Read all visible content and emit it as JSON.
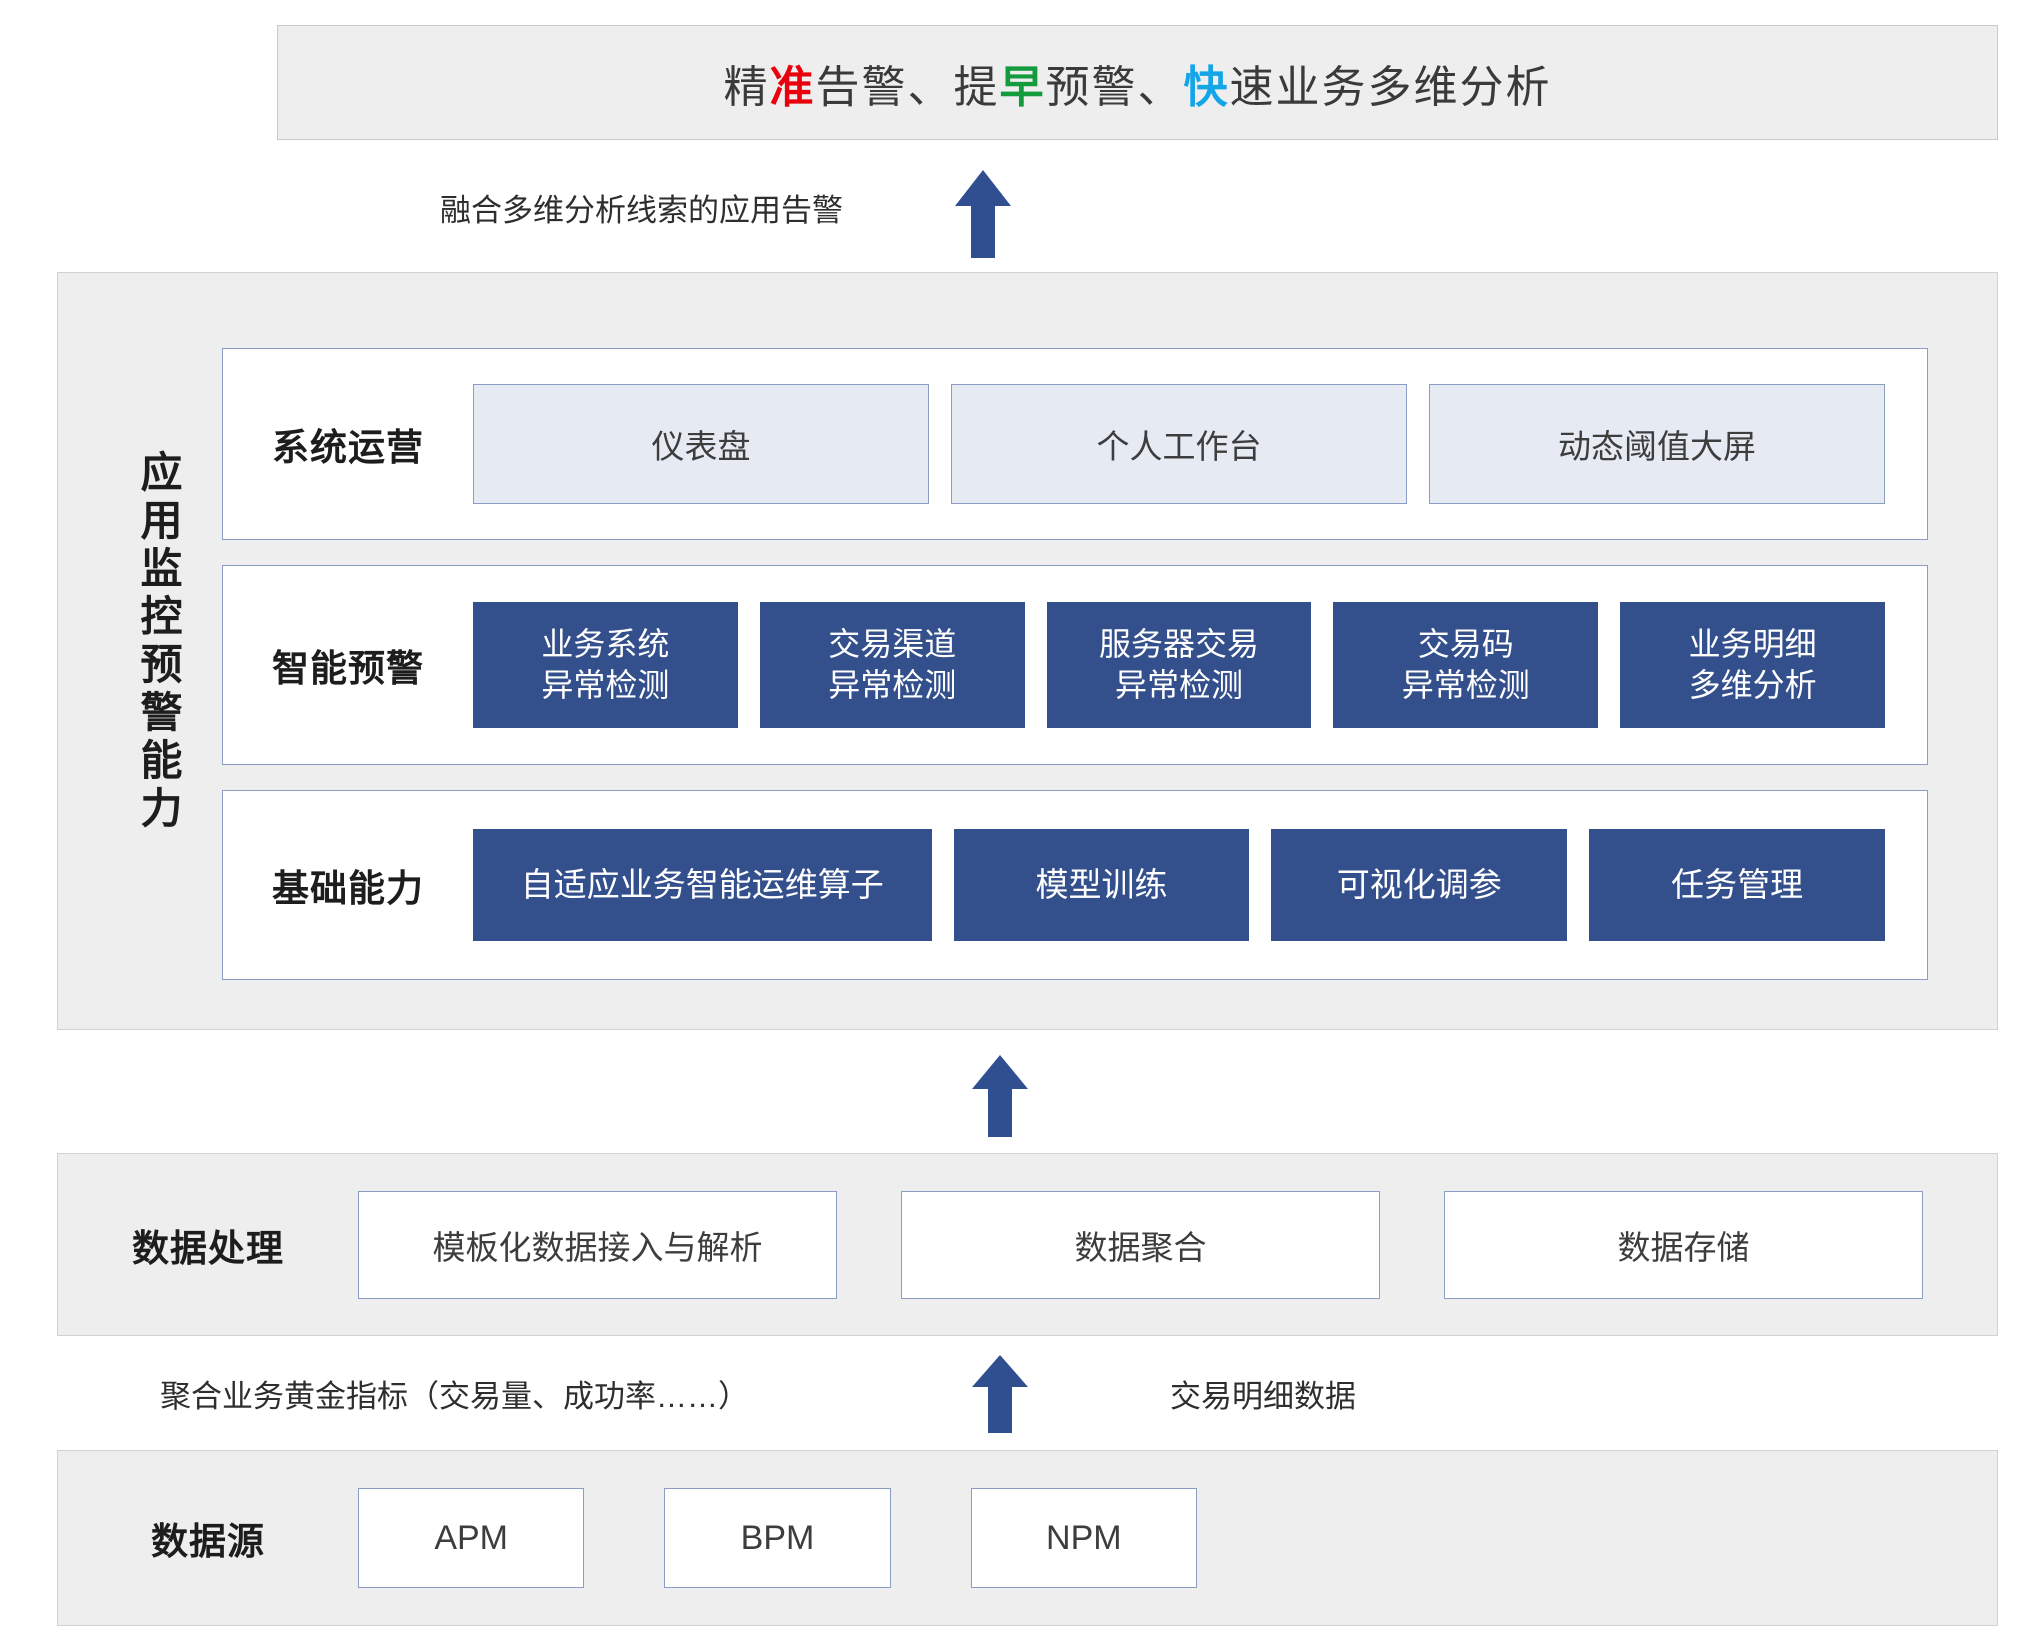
{
  "banner": {
    "segments": [
      {
        "text": "精",
        "color": "default"
      },
      {
        "text": "准",
        "color": "#e8000d"
      },
      {
        "text": "告警、提",
        "color": "default"
      },
      {
        "text": "早",
        "color": "#149b3e"
      },
      {
        "text": "预警、",
        "color": "default"
      },
      {
        "text": "快",
        "color": "#14a5e8"
      },
      {
        "text": "速业务多维分析",
        "color": "default"
      }
    ],
    "full_text": "精准告警、提早预警、快速业务多维分析"
  },
  "annotations": {
    "top": "融合多维分析线索的应用告警",
    "bottom_left": "聚合业务黄金指标（交易量、成功率……）",
    "bottom_right": "交易明细数据"
  },
  "main_panel": {
    "vertical_title": "应用监控预警能力",
    "rows": [
      {
        "label": "系统运营",
        "style": "light",
        "cells": [
          "仪表盘",
          "个人工作台",
          "动态阈值大屏"
        ]
      },
      {
        "label": "智能预警",
        "style": "blue",
        "cells": [
          "业务系统\n异常检测",
          "交易渠道\n异常检测",
          "服务器交易\n异常检测",
          "交易码\n异常检测",
          "业务明细\n多维分析"
        ]
      },
      {
        "label": "基础能力",
        "style": "blue",
        "cells": [
          "自适应业务智能运维算子",
          "模型训练",
          "可视化调参",
          "任务管理"
        ]
      }
    ]
  },
  "processing_panel": {
    "label": "数据处理",
    "cells": [
      "模板化数据接入与解析",
      "数据聚合",
      "数据存储"
    ]
  },
  "source_panel": {
    "label": "数据源",
    "cells": [
      "APM",
      "BPM",
      "NPM"
    ]
  },
  "colors": {
    "panel_bg": "#eeeeee",
    "panel_border": "#d2d2d2",
    "accent_blue": "#34508c",
    "cell_light_bg": "#e6eaf2",
    "cell_border": "#8b9dc3",
    "arrow": "#2f4f90"
  }
}
